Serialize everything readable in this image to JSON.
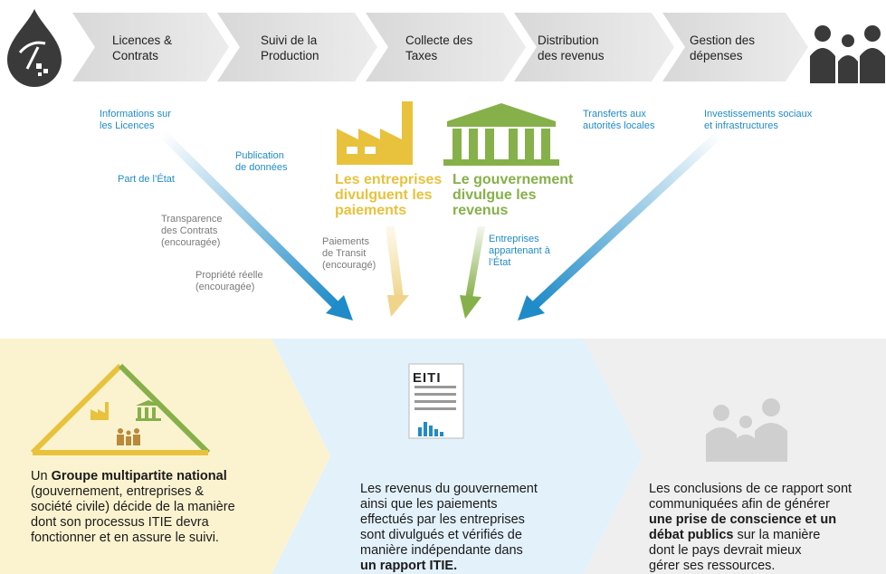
{
  "steps": [
    {
      "label": "Licences &",
      "label2": "Contrats"
    },
    {
      "label": "Suivi de la",
      "label2": "Production"
    },
    {
      "label": "Collecte des",
      "label2": "Taxes"
    },
    {
      "label": "Distribution",
      "label2": "des revenus"
    },
    {
      "label": "Gestion des",
      "label2": "dépenses"
    }
  ],
  "left_labels": {
    "info_licences": [
      "Informations sur",
      "les Licences"
    ],
    "publication": [
      "Publication",
      "de données"
    ],
    "part_etat": "Part de l’État",
    "transparence": [
      "Transparence",
      "des Contrats",
      "(encouragée)"
    ],
    "propriete": [
      "Propriété réelle",
      "(encouragée)"
    ]
  },
  "center_labels": {
    "entreprises": [
      "Les entreprises",
      "divulguent les",
      "paiements"
    ],
    "gouvernement": [
      "Le gouvernement",
      "divulgue les",
      "revenus"
    ],
    "transit": [
      "Paiements",
      "de Transit",
      "(encouragé)"
    ],
    "etat_entreprises": [
      "Entreprises",
      "appartenant à",
      "l’État"
    ]
  },
  "right_labels": {
    "transferts": [
      "Transferts aux",
      "autorités locales"
    ],
    "investissements": [
      "Investissements sociaux",
      "et infrastructures"
    ]
  },
  "eiti_logo": "EITI",
  "bottom": {
    "left": {
      "pre": "Un ",
      "bold": "Groupe multipartite national",
      "post": [
        "(gouvernement, entreprises &",
        "société civile) décide de la manière",
        "dont son processus ITIE devra",
        "fonctionner et en assure le suivi."
      ]
    },
    "middle": {
      "lines": [
        "Les revenus du gouvernement",
        "ainsi que les paiements",
        "effectués par les entreprises",
        "sont divulgués et vérifiés de",
        "manière indépendante dans"
      ],
      "bold": "un rapport ITIE."
    },
    "right": {
      "line1": "Les conclusions de ce rapport sont",
      "line2": "communiquées afin de générer",
      "bold1": "une prise de conscience et un",
      "bold2": "débat publics",
      "post2": " sur la manière",
      "line5": "dont le pays devrait mieux",
      "line6": "gérer ses ressources."
    }
  },
  "colors": {
    "step_bg": "#e4e4e4",
    "dark": "#3a3a3a",
    "blue": "#1f8bc8",
    "yellow": "#e8c23c",
    "green": "#86b04a",
    "panel_left": "#fbf3cf",
    "panel_mid": "#e3f1fb",
    "panel_right": "#efefef"
  }
}
